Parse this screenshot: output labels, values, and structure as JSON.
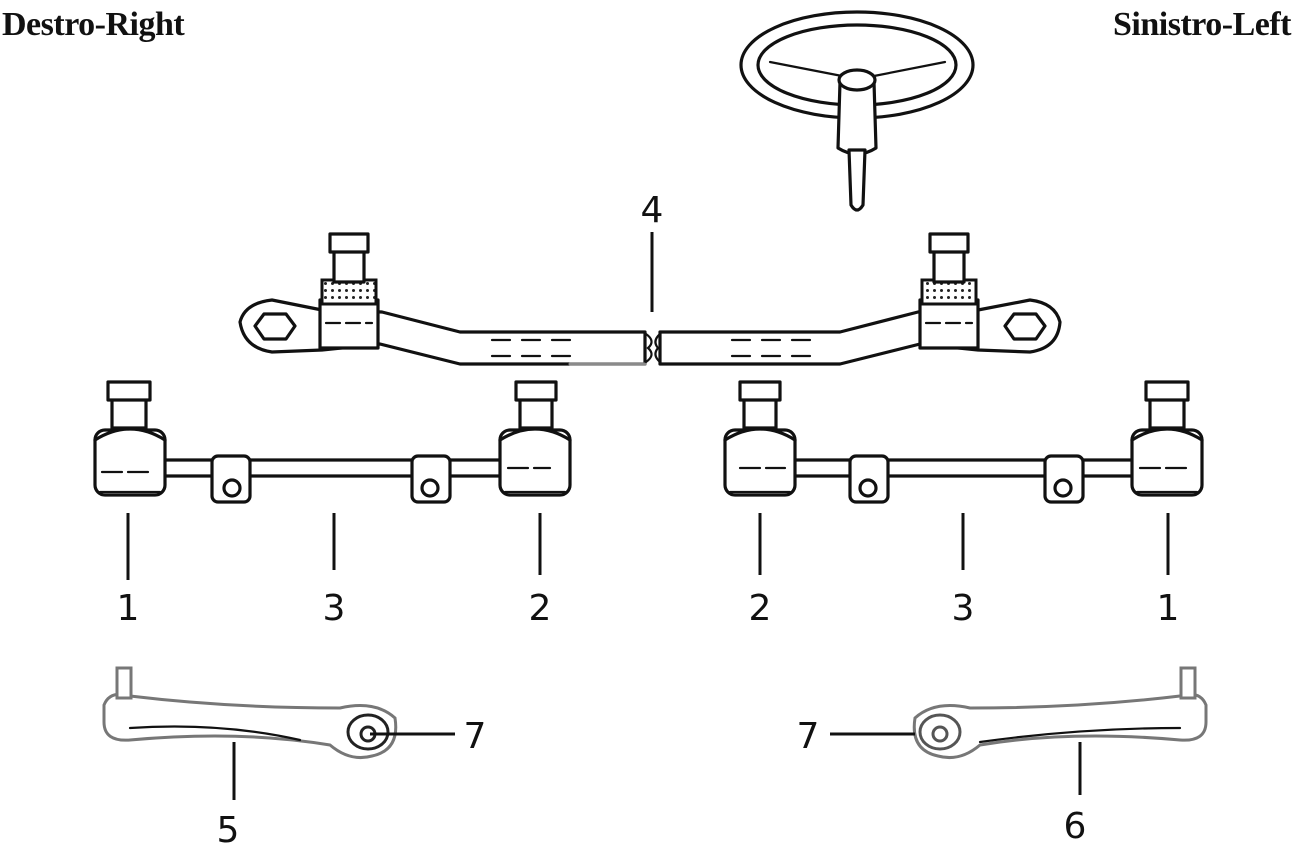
{
  "labels": {
    "right": "Destro-Right",
    "left": "Sinistro-Left"
  },
  "callouts": {
    "c4": "4",
    "c1_right": "1",
    "c3_right": "3",
    "c2_right": "2",
    "c2_left": "2",
    "c3_left": "3",
    "c1_left": "1",
    "c7_right": "7",
    "c5": "5",
    "c7_left": "7",
    "c6": "6"
  }
}
